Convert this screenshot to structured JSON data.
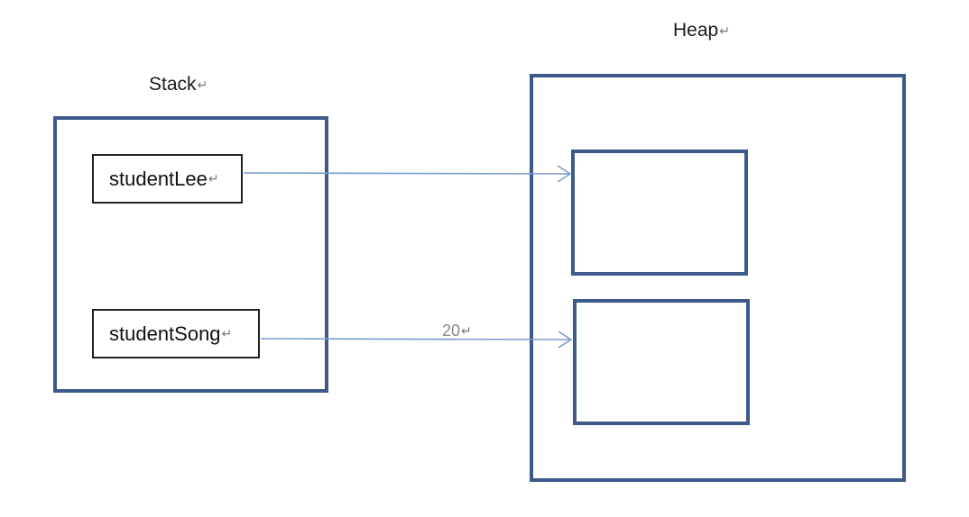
{
  "stack": {
    "title": "Stack",
    "variables": [
      {
        "name": "studentLee"
      },
      {
        "name": "studentSong"
      }
    ]
  },
  "heap": {
    "title": "Heap"
  },
  "edges": [
    {
      "from": "studentLee",
      "to": "heap-object-1",
      "label": ""
    },
    {
      "from": "studentSong",
      "to": "heap-object-2",
      "label": "20"
    }
  ],
  "paragraph_mark": "↵",
  "colors": {
    "container_border": "#3d5a8a",
    "variable_border": "#222222",
    "arrow": "#7b9bd0",
    "edge_label": "#8a8a8a"
  }
}
